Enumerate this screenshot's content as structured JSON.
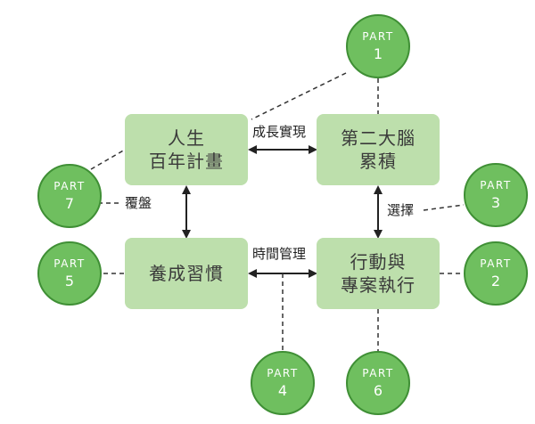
{
  "nodes": {
    "lifePlan": {
      "line1": "人生",
      "line2": "百年計畫"
    },
    "secondBrain": {
      "line1": "第二大腦",
      "line2": "累積"
    },
    "habits": {
      "line1": "養成習慣"
    },
    "action": {
      "line1": "行動與",
      "line2": "專案執行"
    }
  },
  "edges": {
    "top": "成長實現",
    "left": "覆盤",
    "right": "選擇",
    "bottom": "時間管理"
  },
  "parts": [
    {
      "label": "PART",
      "num": "1"
    },
    {
      "label": "PART",
      "num": "2"
    },
    {
      "label": "PART",
      "num": "3"
    },
    {
      "label": "PART",
      "num": "4"
    },
    {
      "label": "PART",
      "num": "5"
    },
    {
      "label": "PART",
      "num": "6"
    },
    {
      "label": "PART",
      "num": "7"
    }
  ],
  "colors": {
    "box": "#bddfac",
    "circle_fill": "#6fbf5f",
    "circle_border": "#3f8f35",
    "arrow": "#222222"
  }
}
